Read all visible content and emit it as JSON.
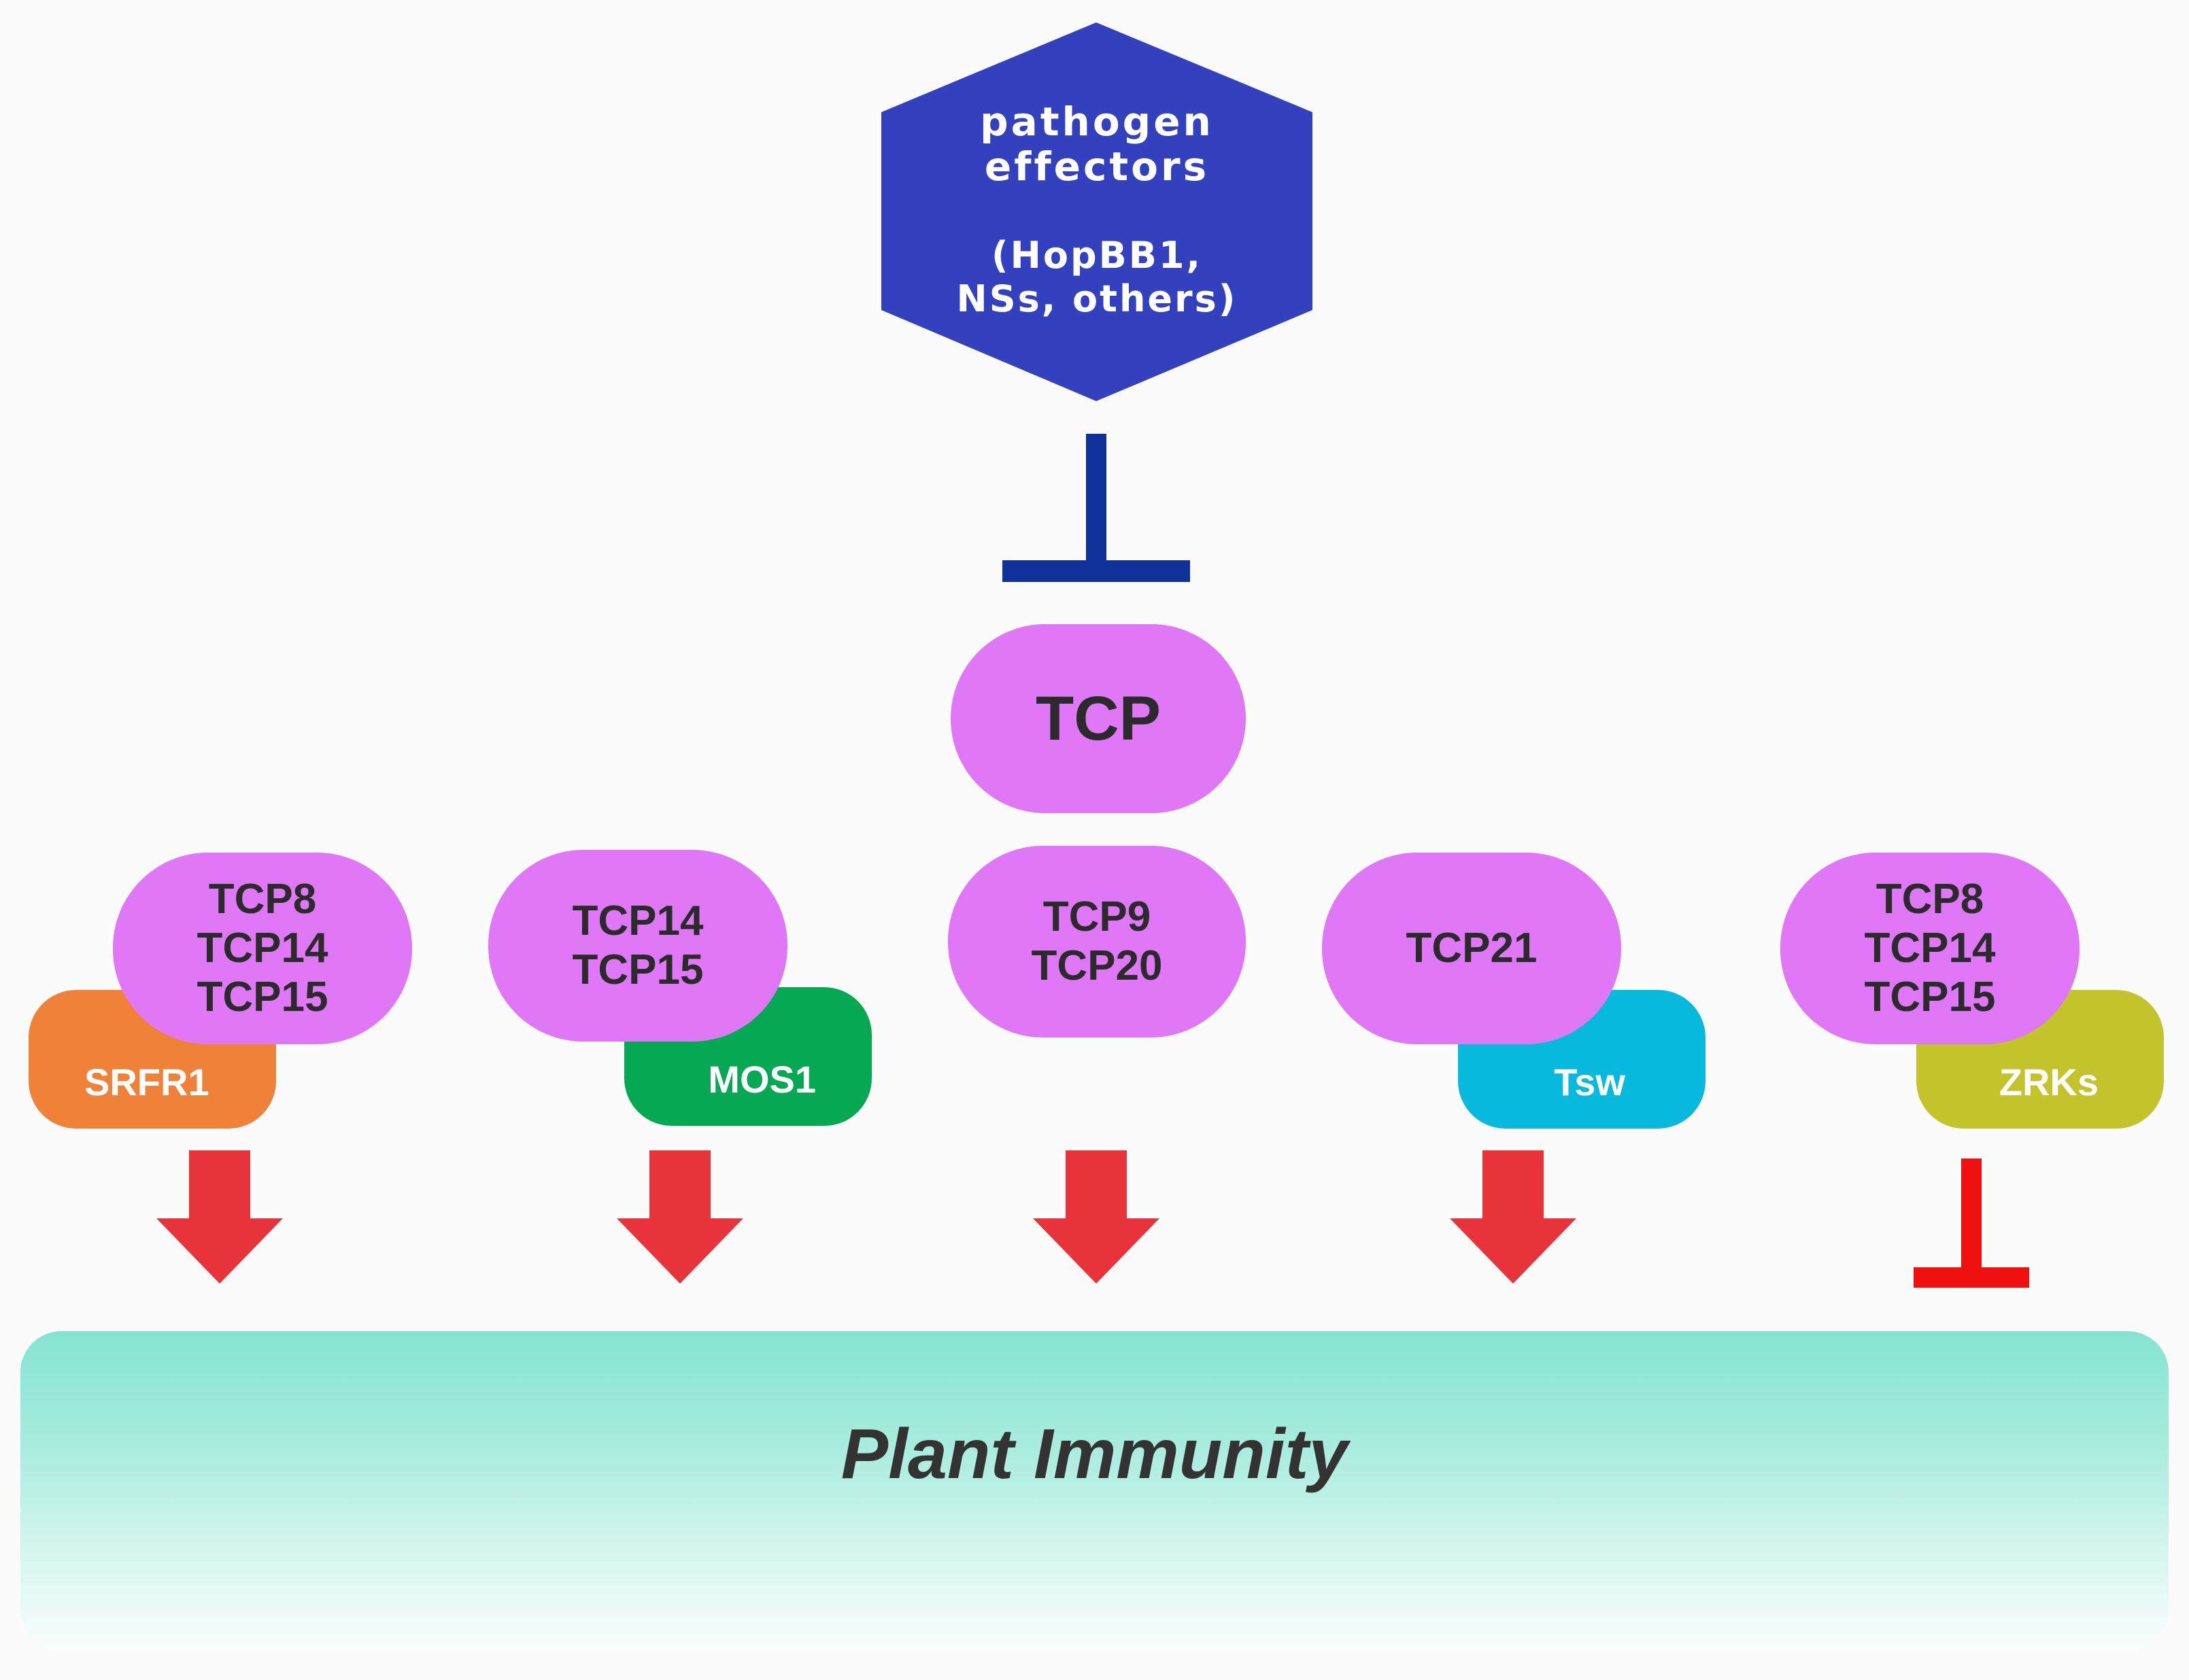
{
  "colors": {
    "hexagon": "#3441be",
    "inhibit_top": "#10309a",
    "tcp_pill": "#df77f6",
    "arrow_red": "#e8333a",
    "inhibit_red": "#f01010",
    "srfr1": "#f08138",
    "mos1": "#07a853",
    "tsw": "#08b9de",
    "zrks": "#c3c32c",
    "immunity_top": "#84e4d0"
  },
  "effectors": {
    "title_line1": "pathogen",
    "title_line2": "effectors",
    "examples_line1": "(HopBB1,",
    "examples_line2": "NSs, others)"
  },
  "tcp_main": "TCP",
  "modules": [
    {
      "tcp_lines": [
        "TCP8",
        "TCP14",
        "TCP15"
      ],
      "partner": "SRFR1",
      "effect": "promote",
      "icon": "down-arrow"
    },
    {
      "tcp_lines": [
        "TCP14",
        "TCP15"
      ],
      "partner": "MOS1",
      "effect": "promote",
      "icon": "down-arrow"
    },
    {
      "tcp_lines": [
        "TCP9",
        "TCP20"
      ],
      "partner": "",
      "effect": "promote",
      "icon": "down-arrow"
    },
    {
      "tcp_lines": [
        "TCP21"
      ],
      "partner": "Tsw",
      "effect": "promote",
      "icon": "down-arrow"
    },
    {
      "tcp_lines": [
        "TCP8",
        "TCP14",
        "TCP15"
      ],
      "partner": "ZRKs",
      "effect": "inhibit",
      "icon": "inhibition-bar"
    }
  ],
  "outcome": "Plant Immunity"
}
